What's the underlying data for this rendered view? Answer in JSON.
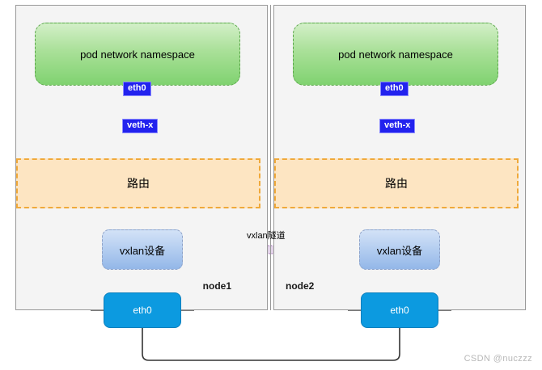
{
  "diagram": {
    "title_watermark": "CSDN @nuczzz",
    "tunnel_label": "vxlan隧道",
    "colors": {
      "panel_fill": "#f4f4f4",
      "panel_border": "#999999",
      "namespace_green_top": "#d3efc8",
      "namespace_green_bottom": "#80d270",
      "namespace_border": "#5aa54a",
      "route_fill": "#fde5c2",
      "route_border": "#f0a93a",
      "vxlan_fill_top": "#d3e2f7",
      "vxlan_fill_bottom": "#93b7e8",
      "vxlan_border": "#8fa3c8",
      "host_eth_fill": "#0c9ae0",
      "chip_fill": "#2222ee",
      "chip_border": "#8a8aff",
      "tunnel_arrow_fill": "#e4d5ea",
      "tunnel_arrow_border": "#9a6bab",
      "link_line": "#4d4d4d",
      "watermark": "#b8b8b8"
    },
    "nodes": [
      {
        "id": "node1",
        "label": "node1",
        "namespace_label": "pod network namespace",
        "pod_eth_label": "eth0",
        "veth_label": "veth-x",
        "route_label": "路由",
        "vxlan_label": "vxlan设备",
        "host_eth_label": "eth0"
      },
      {
        "id": "node2",
        "label": "node2",
        "namespace_label": "pod network namespace",
        "pod_eth_label": "eth0",
        "veth_label": "veth-x",
        "route_label": "路由",
        "vxlan_label": "vxlan设备",
        "host_eth_label": "eth0"
      }
    ]
  }
}
